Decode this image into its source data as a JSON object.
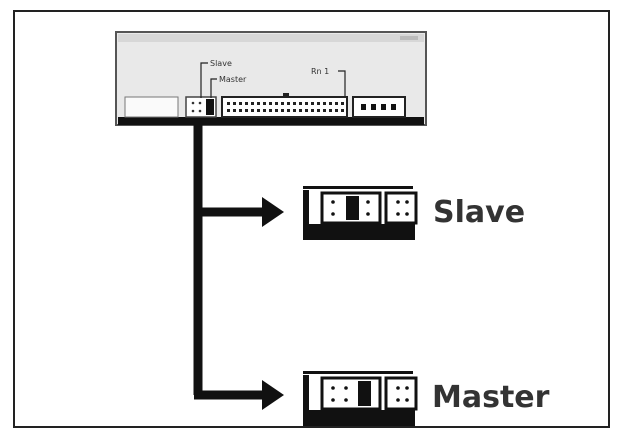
{
  "diagram": {
    "drive_labels": {
      "slave": "Slave",
      "master": "Master",
      "rn": "Rn 1"
    },
    "settings": {
      "slave": "Slave",
      "master": "Master"
    },
    "colors": {
      "line": "#111111",
      "drive_body": "#e8e8e8",
      "text": "#333333"
    }
  }
}
